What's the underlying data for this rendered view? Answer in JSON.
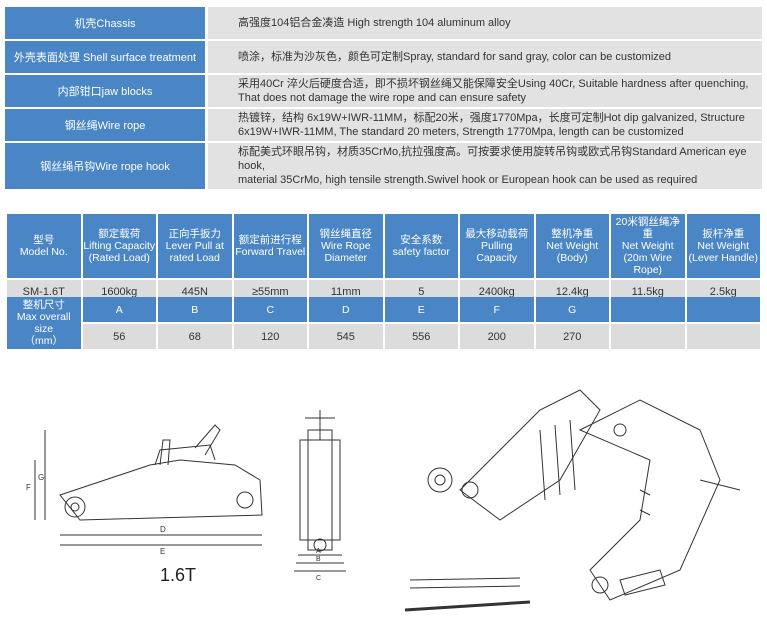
{
  "features": [
    {
      "label": "机壳Chassis",
      "value": [
        "高强度104铝合金凑造 High strength 104 aluminum alloy"
      ]
    },
    {
      "label": "外壳表面处理 Shell surface treatment",
      "value": [
        "喷涂，标准为沙灰色，颜色可定制Spray, standard for sand gray, color can be customized"
      ]
    },
    {
      "label": "内部钳口jaw blocks",
      "value": [
        "采用40Cr 淬火后硬度合适，即不损坏钢丝绳又能保障安全Using 40Cr, Suitable hardness after quenching,",
        "That does not damage the wire rope and can ensure safety"
      ]
    },
    {
      "label": "钢丝绳Wire rope",
      "value": [
        "热镀锌，结构 6x19W+IWR-11MM，标配20米，强度1770Mpa，长度可定制Hot dip galvanized, Structure",
        "6x19W+IWR-11MM, The standard 20 meters, Strength 1770Mpa, length can be customized"
      ]
    },
    {
      "label": "钢丝绳吊钩Wire rope hook",
      "value": [
        "标配美式环眼吊钩，材质35CrMo,抗拉强度高。可按要求使用旋转吊钩或欧式吊钩Standard American eye hook,",
        "material 35CrMo, high tensile strength.Swivel hook or European hook can be used as required"
      ]
    }
  ],
  "spec": {
    "headers": [
      [
        "型号",
        "Model No."
      ],
      [
        "额定载荷",
        "Lifting Capacity",
        "(Rated Load)"
      ],
      [
        "正向手扳力",
        "Lever Pull at",
        "rated Load"
      ],
      [
        "额定前进行程",
        "Forward Travel"
      ],
      [
        "钢丝绳直径",
        "Wire Rope",
        "Diameter"
      ],
      [
        "安全系数",
        "safety factor"
      ],
      [
        "最大移动载荷",
        "Pulling Capacity"
      ],
      [
        "整机净重",
        "Net Weight",
        "(Body)"
      ],
      [
        "20米钢丝绳净重",
        "Net Weight",
        "(20m Wire Rope)"
      ],
      [
        "扳杆净重",
        "Net Weight",
        "(Lever Handle)"
      ]
    ],
    "row": [
      "SM-1.6T",
      "1600kg",
      "445N",
      "≥55mm",
      "11mm",
      "5",
      "2400kg",
      "12.4kg",
      "11.5kg",
      "2.5kg"
    ]
  },
  "dims": {
    "label": [
      "整机尺寸",
      "Max overall size",
      "（mm）"
    ],
    "headers": [
      "A",
      "B",
      "C",
      "D",
      "E",
      "F",
      "G",
      "",
      ""
    ],
    "row": [
      "56",
      "68",
      "120",
      "545",
      "556",
      "200",
      "270",
      "",
      ""
    ]
  },
  "drawing": {
    "caption": "1.6T",
    "dim_labels": [
      "D",
      "E",
      "F",
      "G",
      "A",
      "B",
      "C"
    ]
  }
}
